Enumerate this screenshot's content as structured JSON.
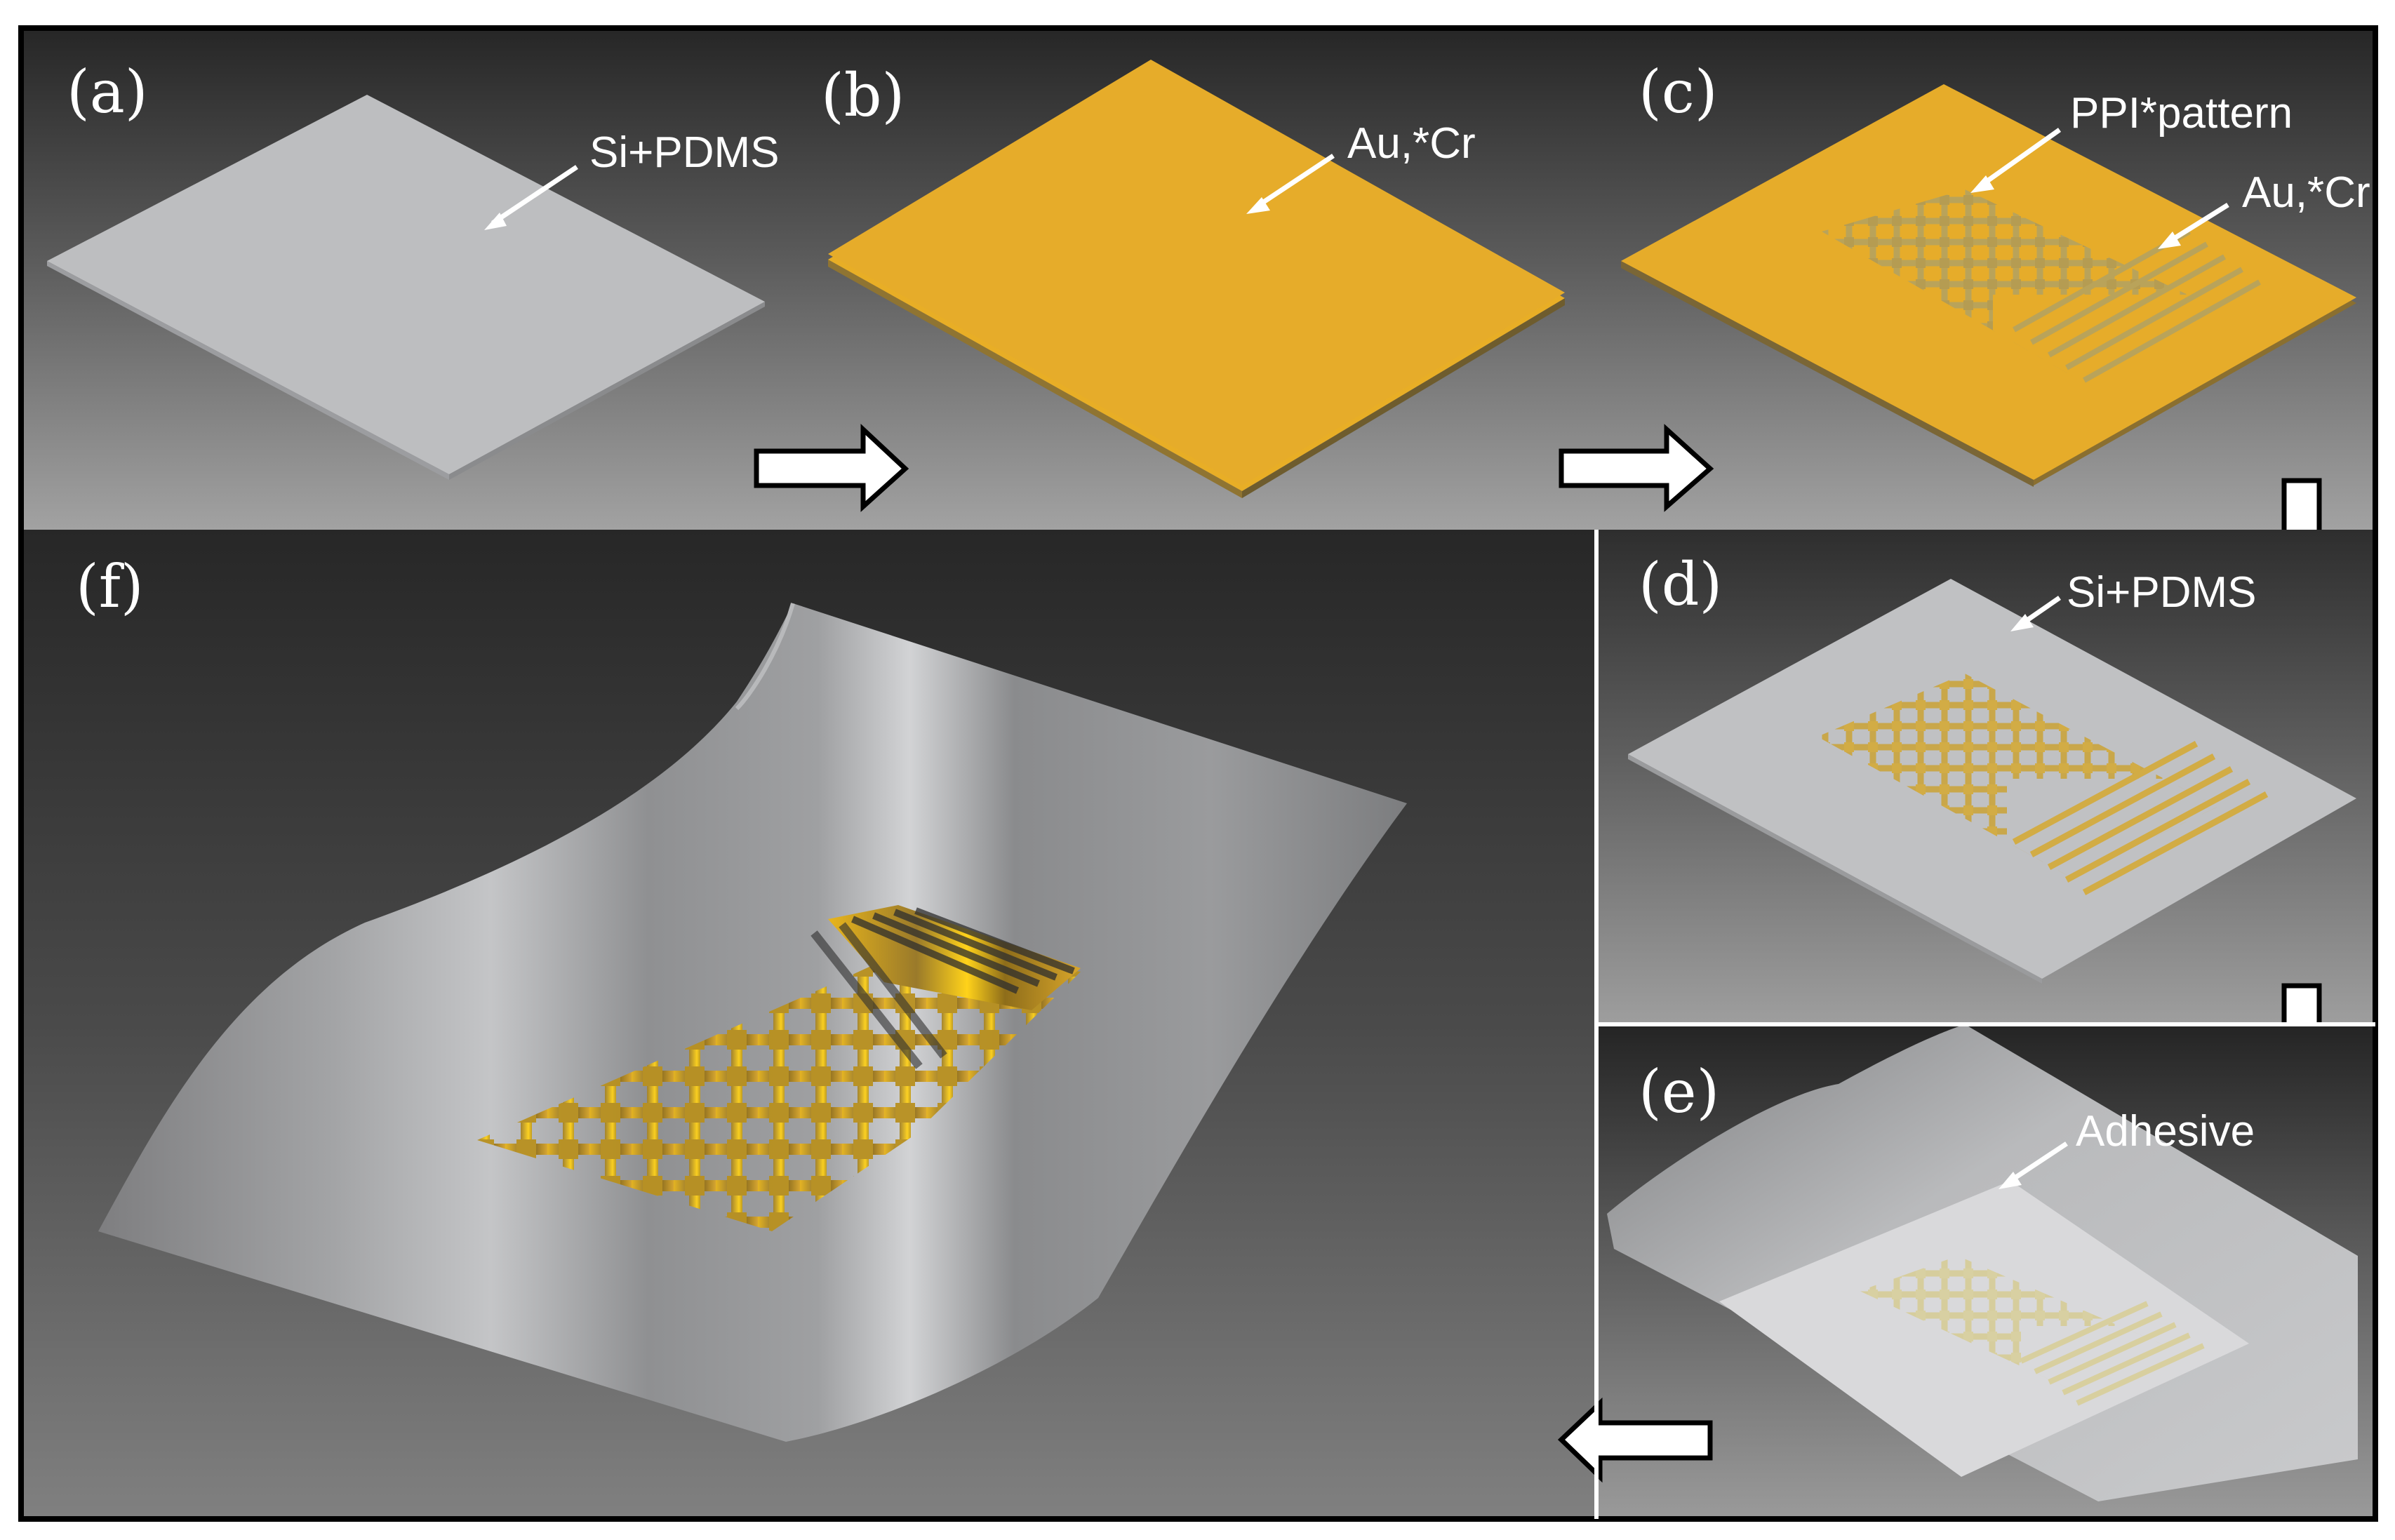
{
  "panels": {
    "a": {
      "label": "(a)",
      "callouts": [
        "Si+PDMS"
      ]
    },
    "b": {
      "label": "(b)",
      "callouts": [
        "Au,*Cr"
      ]
    },
    "c": {
      "label": "(c)",
      "callouts": [
        "PPI*pattern",
        "Au,*Cr"
      ]
    },
    "d": {
      "label": "(d)",
      "callouts": [
        "Si+PDMS"
      ]
    },
    "e": {
      "label": "(e)",
      "callouts": [
        "Adhesive"
      ]
    },
    "f": {
      "label": "(f)",
      "callouts": []
    }
  },
  "flow": [
    "a",
    "b",
    "c",
    "d",
    "e",
    "f"
  ],
  "colors": {
    "background_dark": "#262626",
    "background_light": "#9b9b9b",
    "substrate_gray": "#bfc0c2",
    "gold_layer": "#e6ac2a",
    "pattern_gold": "#c9a74a",
    "arrow_fill": "#ffffff",
    "text": "#ffffff",
    "border": "#000000"
  },
  "icons": [
    "right-arrow-icon",
    "down-arrow-icon",
    "left-arrow-icon"
  ]
}
